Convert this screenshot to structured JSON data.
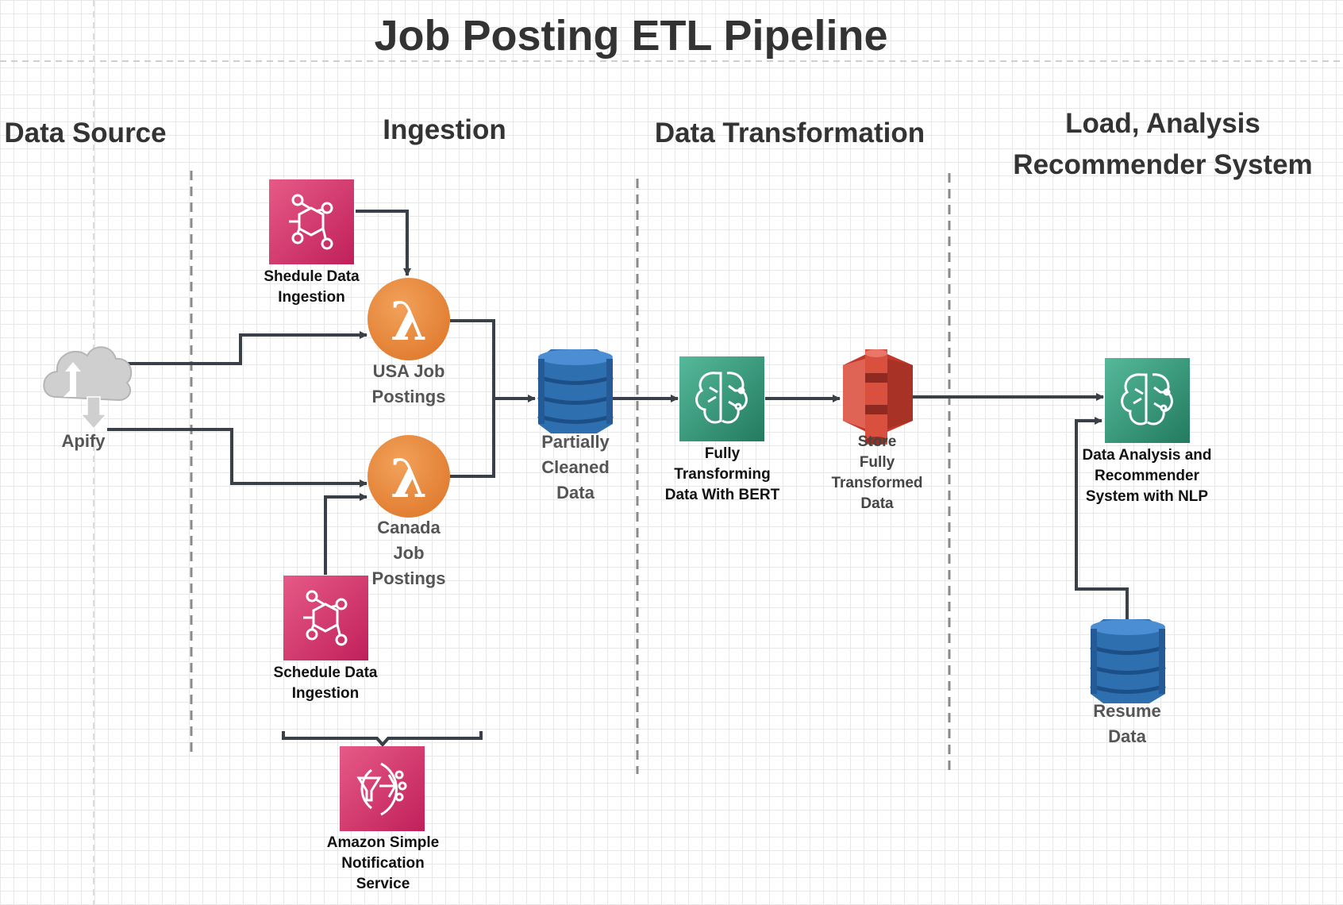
{
  "title": "Job Posting ETL Pipeline",
  "sections": {
    "data_source": "Data Source",
    "ingestion": "Ingestion",
    "transformation": "Data Transformation",
    "load_line1": "Load, Analysis",
    "load_line2": "Recommender System"
  },
  "nodes": {
    "apify": {
      "label": "Apify",
      "icon": "cloud-upload-download-icon"
    },
    "schedule_top": {
      "line1": "Shedule Data",
      "line2": "Ingestion",
      "icon": "eventbridge-icon",
      "color": "#d6336c"
    },
    "usa_lambda": {
      "line1": "USA Job",
      "line2": "Postings",
      "icon": "lambda-icon",
      "color": "#e8843a"
    },
    "canada_lambda": {
      "line1": "Canada",
      "line2": "Job",
      "line3": "Postings",
      "icon": "lambda-icon",
      "color": "#e8843a"
    },
    "schedule_bottom": {
      "line1": "Schedule Data",
      "line2": "Ingestion",
      "icon": "eventbridge-icon",
      "color": "#d6336c"
    },
    "sns": {
      "line1": "Amazon Simple",
      "line2": "Notification",
      "line3": "Service",
      "icon": "sns-icon",
      "color": "#d6336c"
    },
    "partially_cleaned": {
      "line1": "Partially",
      "line2": "Cleaned",
      "line3": "Data",
      "icon": "dynamodb-icon",
      "color": "#2e73b8"
    },
    "bert": {
      "line1": "Fully",
      "line2": "Transforming",
      "line3": "Data With BERT",
      "icon": "sagemaker-brain-icon",
      "color": "#2e8b6e"
    },
    "s3": {
      "line1": "Store",
      "line2": "Fully",
      "line3": "Transformed",
      "line4": "Data",
      "icon": "s3-bucket-icon",
      "color": "#d0412f"
    },
    "analysis": {
      "line1": "Data Analysis and",
      "line2": "Recommender",
      "line3": "System with NLP",
      "icon": "sagemaker-brain-icon",
      "color": "#2e8b6e"
    },
    "resume": {
      "line1": "Resume",
      "line2": "Data",
      "icon": "dynamodb-icon",
      "color": "#2e73b8"
    }
  },
  "colors": {
    "arrow": "#3a4048",
    "divider": "#8a8a8a"
  }
}
